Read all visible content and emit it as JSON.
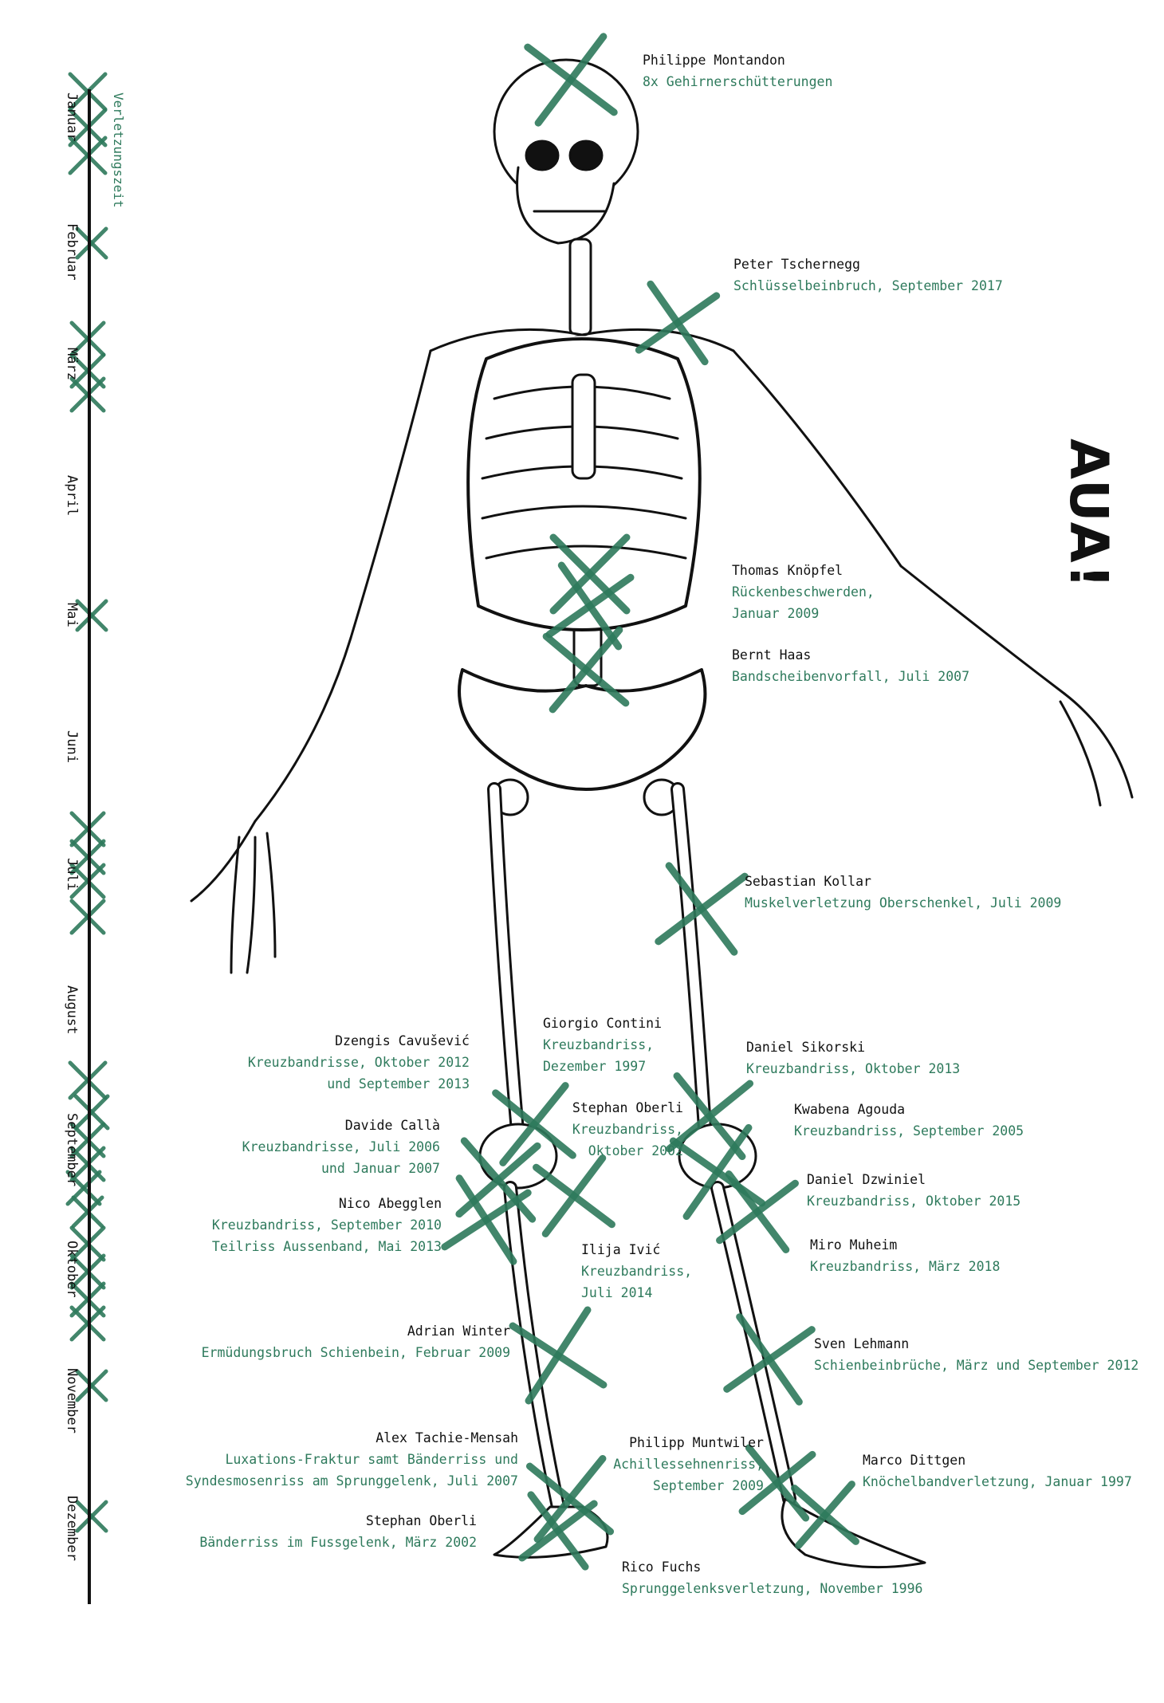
{
  "title": "AUA!",
  "timeline": {
    "caption": "Verletzungszeit",
    "months": [
      "Januar",
      "Februar",
      "März",
      "April",
      "Mai",
      "Juni",
      "Juli",
      "August",
      "September",
      "Oktober",
      "November",
      "Dezember"
    ]
  },
  "colors": {
    "accent": "#2e7a5c",
    "ink": "#111111"
  },
  "injuries": [
    {
      "name": "Philippe Montandon",
      "desc": [
        "8x Gehirnerschütterungen"
      ]
    },
    {
      "name": "Peter Tschernegg",
      "desc": [
        "Schlüsselbeinbruch, September 2017"
      ]
    },
    {
      "name": "Thomas Knöpfel",
      "desc": [
        "Rückenbeschwerden,",
        "Januar 2009"
      ]
    },
    {
      "name": "Bernt Haas",
      "desc": [
        "Bandscheibenvorfall, Juli 2007"
      ]
    },
    {
      "name": "Sebastian Kollar",
      "desc": [
        "Muskelverletzung Oberschenkel, Juli 2009"
      ]
    },
    {
      "name": "Giorgio Contini",
      "desc": [
        "Kreuzbandriss,",
        "Dezember 1997"
      ]
    },
    {
      "name": "Dzengis Cavušević",
      "desc": [
        "Kreuzbandrisse, Oktober 2012",
        "und September 2013"
      ]
    },
    {
      "name": "Daniel Sikorski",
      "desc": [
        "Kreuzbandriss, Oktober 2013"
      ]
    },
    {
      "name": "Stephan Oberli",
      "desc": [
        "Kreuzbandriss,",
        "Oktober 2002"
      ]
    },
    {
      "name": "Kwabena Agouda",
      "desc": [
        "Kreuzbandriss, September 2005"
      ]
    },
    {
      "name": "Davide Callà",
      "desc": [
        "Kreuzbandrisse, Juli 2006",
        "und Januar 2007"
      ]
    },
    {
      "name": "Daniel Dzwiniel",
      "desc": [
        "Kreuzbandriss, Oktober 2015"
      ]
    },
    {
      "name": "Nico Abegglen",
      "desc": [
        "Kreuzbandriss, September 2010",
        "Teilriss Aussenband, Mai 2013"
      ]
    },
    {
      "name": "Miro Muheim",
      "desc": [
        "Kreuzbandriss, März 2018"
      ]
    },
    {
      "name": "Ilija Ivić",
      "desc": [
        "Kreuzbandriss,",
        "Juli 2014"
      ]
    },
    {
      "name": "Adrian Winter",
      "desc": [
        "Ermüdungsbruch Schienbein, Februar 2009"
      ]
    },
    {
      "name": "Sven Lehmann",
      "desc": [
        "Schienbeinbrüche, März und September 2012"
      ]
    },
    {
      "name": "Alex Tachie-Mensah",
      "desc": [
        "Luxations-Fraktur samt Bänderriss und",
        "Syndesmosenriss am Sprunggelenk, Juli 2007"
      ]
    },
    {
      "name": "Philipp Muntwiler",
      "desc": [
        "Achillessehnenriss,",
        "September 2009"
      ]
    },
    {
      "name": "Marco Dittgen",
      "desc": [
        "Knöchelbandverletzung, Januar 1997"
      ]
    },
    {
      "name": "Stephan Oberli",
      "desc": [
        "Bänderriss im Fussgelenk, März 2002"
      ]
    },
    {
      "name": "Rico Fuchs",
      "desc": [
        "Sprunggelenksverletzung, November 1996"
      ]
    }
  ]
}
